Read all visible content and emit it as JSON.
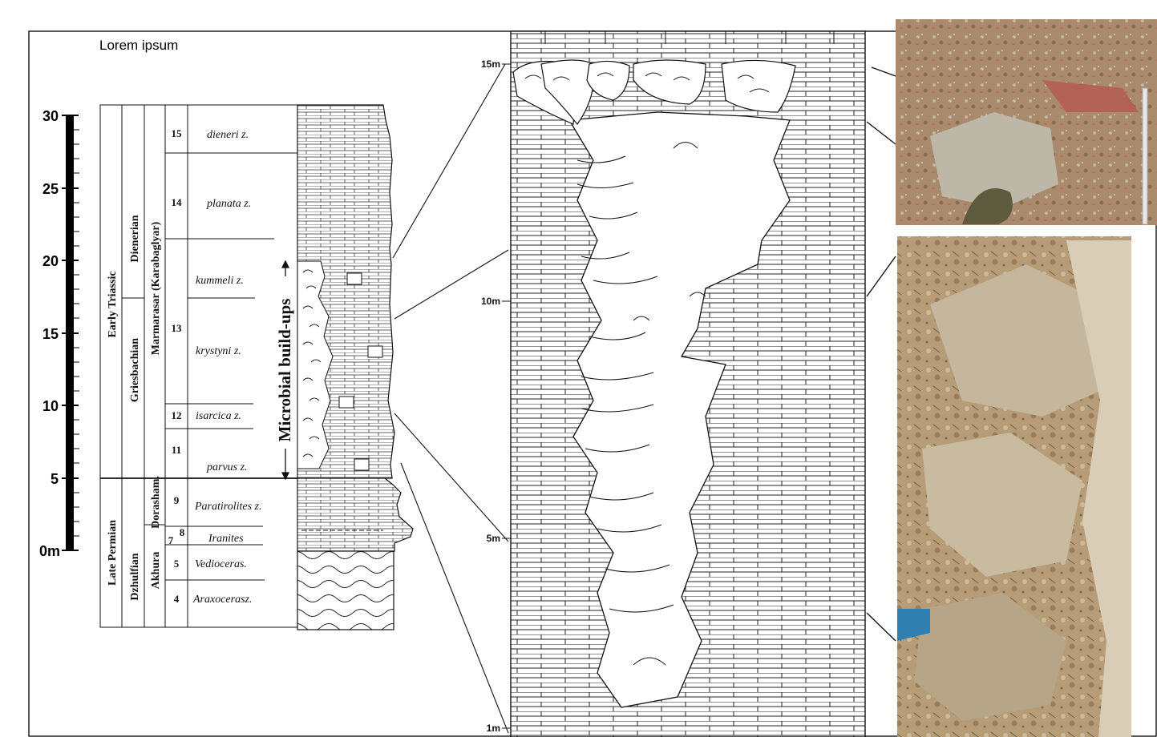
{
  "figure": {
    "label": "Lorem ipsum"
  },
  "scale_bar": {
    "ticks": [
      "30",
      "25",
      "20",
      "15",
      "10",
      "5",
      "0m"
    ]
  },
  "stratigraphy": {
    "stages": {
      "early_triassic": "Early Triassic",
      "late_permian": "Late Permian",
      "dienerian": "Dienerian",
      "griesbachian": "Griesbachian",
      "dzhulfian": "Dzhulfian",
      "dorasham": "Dorasham.",
      "formation_upper": "Marmarasar (Karabaglyar)",
      "formation_lower": "Akhura"
    },
    "beds": [
      {
        "num": "15",
        "zone": "dieneri z."
      },
      {
        "num": "14",
        "zone": "planata z."
      },
      {
        "num": "",
        "zone": "kummeli z."
      },
      {
        "num": "13",
        "zone": "krystyni z."
      },
      {
        "num": "12",
        "zone": "isarcica z."
      },
      {
        "num": "11",
        "zone": "parvus z."
      },
      {
        "num": "9",
        "zone": "Paratirolites z."
      },
      {
        "num": "7",
        "zone": ""
      },
      {
        "num": "8",
        "zone": "Iranites"
      },
      {
        "num": "5",
        "zone": "Vedioceras."
      },
      {
        "num": "4",
        "zone": "Araxocerasz."
      }
    ],
    "buildups_label": "Microbial build-ups"
  },
  "detail_section": {
    "ticks": [
      "15m",
      "10m",
      "5m",
      "1m"
    ]
  },
  "photos": {
    "top": "outcrop-photo-top",
    "bottom": "outcrop-photo-bottom"
  },
  "colors": {
    "line": "#1a1a1a",
    "rock_photo_top": "#a98a6c",
    "rock_photo_bottom": "#b79c78"
  }
}
